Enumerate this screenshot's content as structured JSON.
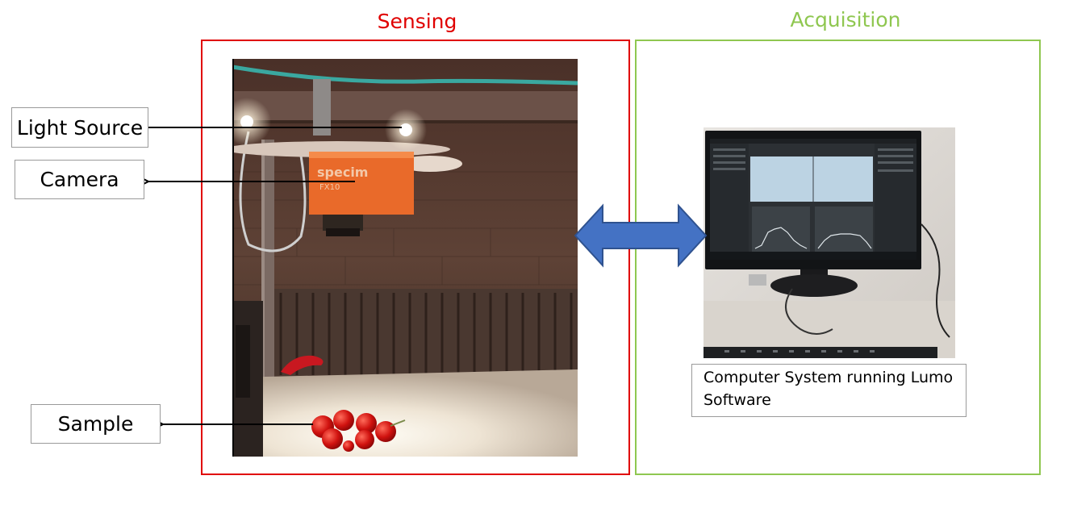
{
  "sections": {
    "sensing": {
      "title": "Sensing",
      "color": "#e00000"
    },
    "acquisition": {
      "title": "Acquisition",
      "color": "#8fc750"
    }
  },
  "labels": {
    "light_source": "Light Source",
    "camera": "Camera",
    "sample": "Sample"
  },
  "camera_brand": "specim",
  "camera_model": "FX10",
  "computer_caption": "Computer System running Lumo Software",
  "colors": {
    "double_arrow_fill": "#4472c4",
    "double_arrow_stroke": "#2f528f",
    "label_border": "#9a9a9a"
  }
}
